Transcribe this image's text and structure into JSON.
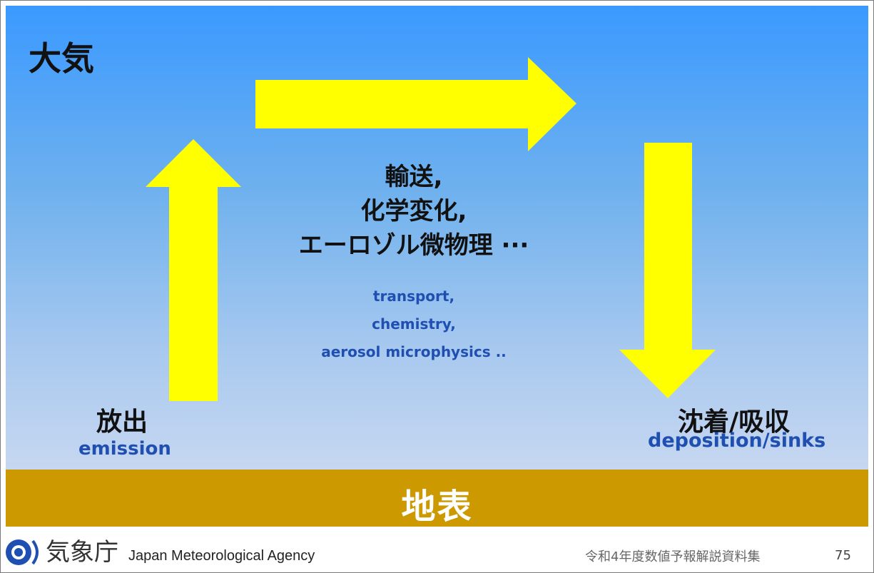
{
  "title": "大気",
  "ground": "地表",
  "center": {
    "line1": "輸送,",
    "line2": "化学変化,",
    "line3": "エーロゾル微物理 ···",
    "en1": "transport,",
    "en2": "chemistry,",
    "en3": "aerosol microphysics .."
  },
  "emission": {
    "ja": "放出",
    "en": "emission"
  },
  "deposition": {
    "ja": "沈着/吸収",
    "en": "deposition/sinks"
  },
  "footer": {
    "agency_ja": "気象庁",
    "agency_en": "Japan Meteorological Agency",
    "doc_title": "令和4年度数値予報解説資料集",
    "page": "75"
  },
  "colors": {
    "sky_top": "#3a99ff",
    "sky_bottom": "#c6d7f0",
    "arrow": "#ffff00",
    "ground": "#cc9900",
    "english_text": "#1f4fb0"
  },
  "icons": [
    "up-arrow",
    "right-arrow",
    "down-arrow",
    "jma-logo-icon"
  ]
}
